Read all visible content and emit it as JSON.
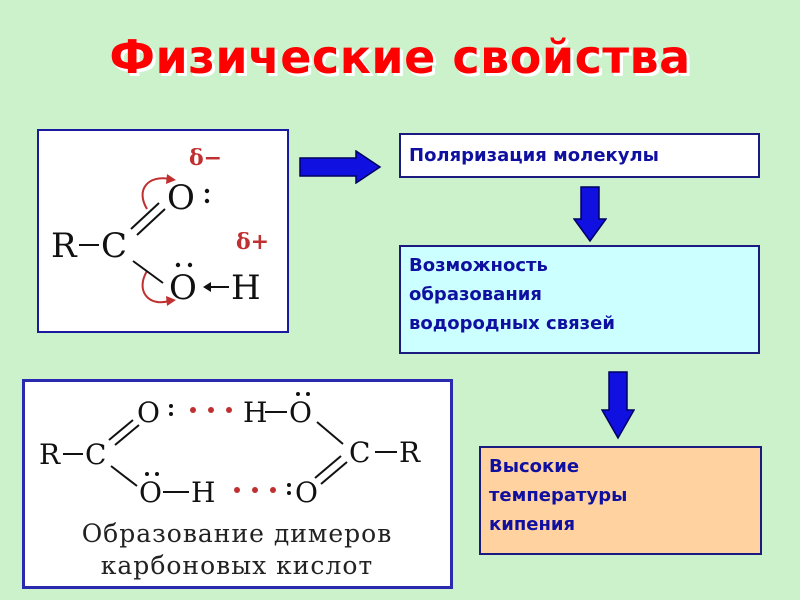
{
  "title": "Физические свойства",
  "structure": {
    "r": "R",
    "c": "C",
    "o_top": "O",
    "o_bottom": "O",
    "h": "H",
    "delta_minus": "δ−",
    "delta_plus": "δ+"
  },
  "boxes": {
    "polarization": "Поляризация молекулы",
    "hbond": [
      "Возможность",
      "образования",
      "водородных связей"
    ],
    "boiling": [
      "Высокие",
      "температуры",
      "кипения"
    ]
  },
  "dimer": {
    "r_left": "R",
    "c_left": "C",
    "o_left_top": "O",
    "o_left_bottom": "O",
    "h_top": "H",
    "h_bottom": "H",
    "o_right_top": "O",
    "o_right_bottom": "O",
    "c_right": "C",
    "r_right": "R",
    "caption": [
      "Образование димеров",
      "карбоновых кислот"
    ]
  },
  "colors": {
    "title": "#ff0000",
    "arrow_fill": "#1010e0",
    "delta": "#c03030",
    "hbond_dots": "#c03030"
  }
}
